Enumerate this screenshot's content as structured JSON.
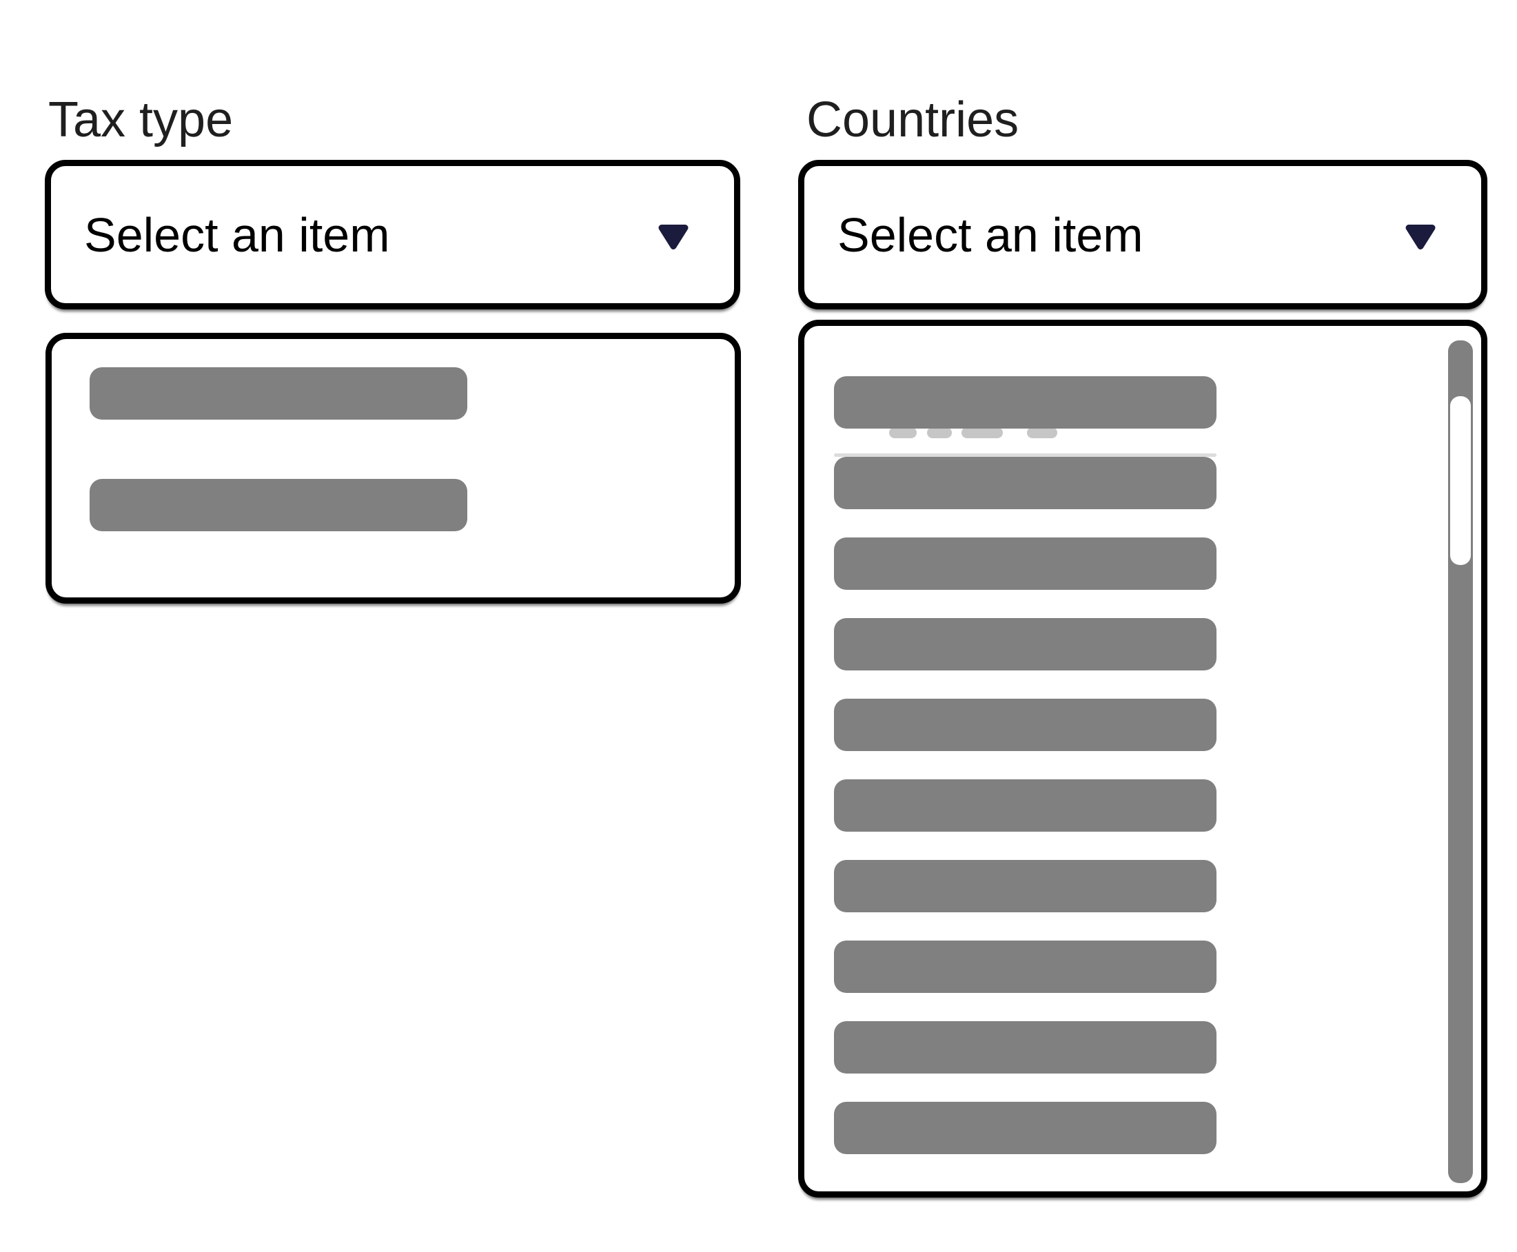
{
  "colors": {
    "background": "#ffffff",
    "box_border": "#000000",
    "skeleton_bar": "#808080",
    "caret": "#1b1b3d",
    "label_text": "#1f1f1f",
    "select_text": "#000000",
    "scrollbar_track": "#808080",
    "scrollbar_thumb": "#ffffff"
  },
  "icons": {
    "select_caret": "caret-down-icon"
  },
  "fields": {
    "tax_type": {
      "label": "Tax type",
      "select_value": "Select an item",
      "skeleton_rows": 2
    },
    "countries": {
      "label": "Countries",
      "select_value": "Select an item",
      "skeleton_rows": 10,
      "has_scrollbar": true
    }
  }
}
